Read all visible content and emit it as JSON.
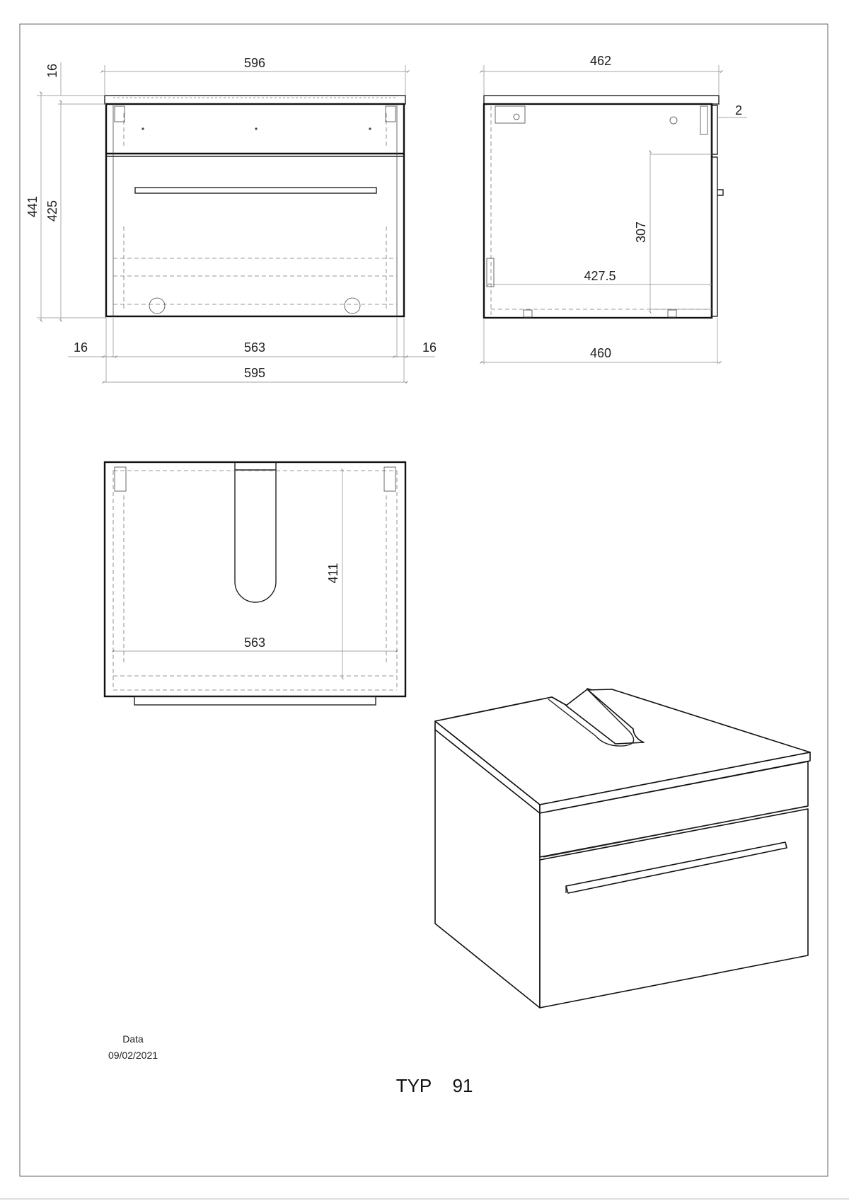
{
  "front_view": {
    "width_top": "596",
    "height_total": "441",
    "height_body": "425",
    "top_thickness": "16",
    "side_left": "16",
    "inner_width": "563",
    "side_right": "16",
    "width_bottom": "595"
  },
  "side_view": {
    "depth_top": "462",
    "door_gap": "2",
    "drawer_height": "307",
    "drawer_depth": "427.5",
    "depth_bottom": "460"
  },
  "top_view": {
    "inner_depth": "411",
    "inner_width": "563"
  },
  "footer": {
    "date_label": "Data",
    "date_value": "09/02/2021",
    "type_label": "TYP",
    "type_number": "91"
  }
}
